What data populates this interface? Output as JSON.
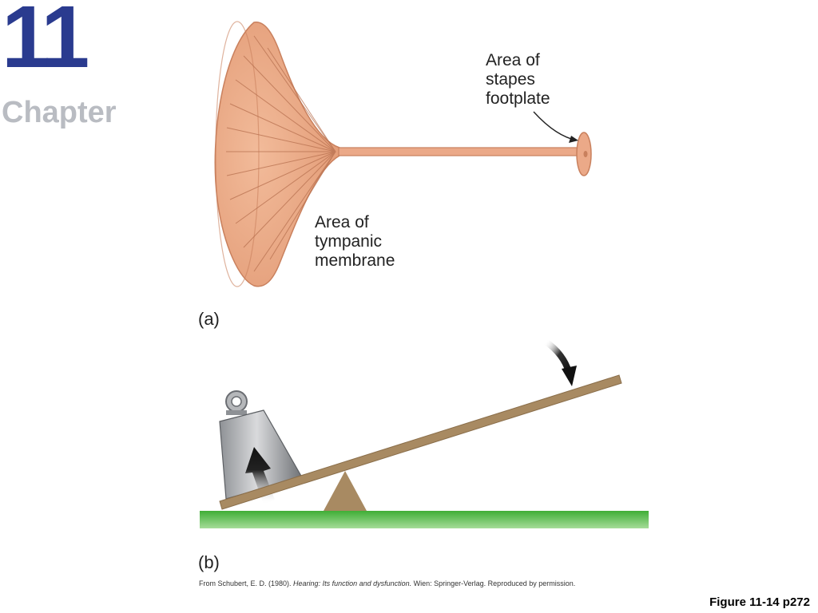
{
  "chapter": {
    "number": "11",
    "word": "Chapter"
  },
  "panel_a": {
    "label": "(a)",
    "stapes_label": [
      "Area of",
      "stapes",
      "footplate"
    ],
    "tympanic_label": [
      "Area of",
      "tympanic",
      "membrane"
    ]
  },
  "panel_b": {
    "label": "(b)"
  },
  "credit": {
    "prefix": "From Schubert, E. D. (1980). ",
    "title": "Hearing: Its function and dysfunction.",
    "suffix": " Wien: Springer-Verlag. Reproduced by permission."
  },
  "figure_ref": "Figure 11-14 p272",
  "colors": {
    "chapter_number": "#2a3b8f",
    "chapter_word": "#b9bcc2",
    "membrane": "#e8a482",
    "lever": "#a88a62",
    "ground": "#5cbc4c"
  }
}
